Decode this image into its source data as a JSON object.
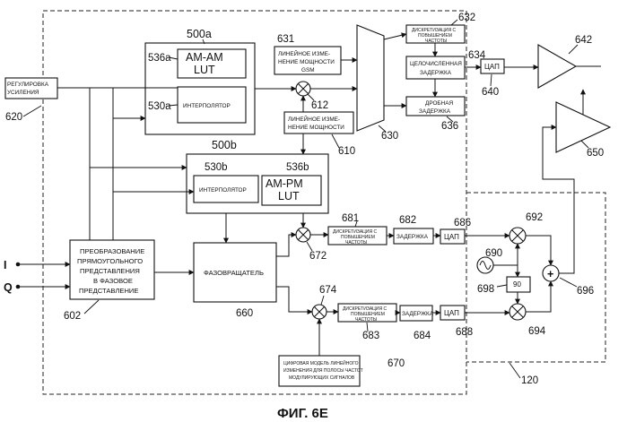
{
  "figure": {
    "caption": "ФИГ. 6E"
  },
  "blocks": {
    "gain": {
      "line1": "РЕГУЛИРОВКА",
      "line2": "УСИЛЕНИЯ",
      "ref": "620"
    },
    "amam_group": {
      "ref": "500a"
    },
    "amam_lut": {
      "line1": "AM-AM",
      "line2": "LUT",
      "ref": "536a"
    },
    "interp_a": {
      "label": "ИНТЕРПОЛЯТОР",
      "ref": "530a"
    },
    "lin_gsm": {
      "line1": "ЛИНЕЙНОЕ ИЗМЕ-",
      "line2": "НЕНИЕ МОЩНОСТИ",
      "line3": "GSM",
      "ref": "631"
    },
    "lin_power": {
      "line1": "ЛИНЕЙНОЕ ИЗМЕ-",
      "line2": "НЕНИЕ МОЩНОСТИ",
      "ref": "610"
    },
    "mult_612": {
      "ref": "612"
    },
    "mux": {
      "ref": "630"
    },
    "upsample_top": {
      "line1": "ДИСКРЕТИЗАЦИЯ С",
      "line2": "ПОВЫШЕНИЕМ",
      "line3": "ЧАСТОТЫ",
      "ref": "632"
    },
    "int_delay": {
      "line1": "ЦЕЛОЧИСЛЕННАЯ",
      "line2": "ЗАДЕРЖКА",
      "ref": "634"
    },
    "frac_delay": {
      "line1": "ДРОБНАЯ",
      "line2": "ЗАДЕРЖКА",
      "ref": "636"
    },
    "dac_top": {
      "label": "ЦАП",
      "ref": "640"
    },
    "amp_top": {
      "ref": "642"
    },
    "amp_bottom": {
      "ref": "650"
    },
    "ampm_group": {
      "ref": "500b"
    },
    "interp_b": {
      "label": "ИНТЕРПОЛЯТОР",
      "ref": "530b"
    },
    "ampm_lut": {
      "line1": "AM-PM",
      "line2": "LUT",
      "ref": "536b"
    },
    "rect_polar": {
      "line1": "ПРЕОБРАЗОВАНИЕ",
      "line2": "ПРЯМОУГОЛЬНОГО",
      "line3": "ПРЕДСТАВЛЕНИЯ",
      "line4": "В ФАЗОВОЕ",
      "line5": "ПРЕДСТАВЛЕНИЕ",
      "ref": "602"
    },
    "phase_rot": {
      "label": "ФАЗОВРАЩАТЕЛЬ",
      "ref": "660"
    },
    "mult_672": {
      "ref": "672"
    },
    "mult_674": {
      "ref": "674"
    },
    "upsample_i": {
      "line1": "ДИСКРЕТИЗАЦИЯ С",
      "line2": "ПОВЫШЕНИЕМ",
      "line3": "ЧАСТОТЫ",
      "ref": "681"
    },
    "delay_i": {
      "label": "ЗАДЕРЖКА",
      "ref": "682"
    },
    "dac_i": {
      "label": "ЦАП",
      "ref": "686"
    },
    "upsample_q": {
      "line1": "ДИСКРЕТИЗАЦИЯ С",
      "line2": "ПОВЫШЕНИЕМ",
      "line3": "ЧАСТОТЫ",
      "ref": "683"
    },
    "delay_q": {
      "label": "ЗАДЕРЖКА",
      "ref": "684"
    },
    "dac_q": {
      "label": "ЦАП",
      "ref": "688"
    },
    "digital_model": {
      "line1": "ЦИФРОВАЯ МОДЕЛЬ  ЛИНЕЙНОГО",
      "line2": "ИЗМЕНЕНИЯ ДЛЯ  ПОЛОСЫ ЧАСТОТ",
      "line3": "МОДУЛИРУЮЩИХ  СИГНАЛОВ",
      "ref": "670"
    },
    "mixer_i": {
      "ref": "692"
    },
    "mixer_q": {
      "ref": "694"
    },
    "osc": {
      "ref": "690"
    },
    "shift90": {
      "label": "90",
      "ref": "698"
    },
    "adder": {
      "symbol": "+",
      "ref": "696"
    },
    "rf_group": {
      "ref": "120"
    },
    "input_i": {
      "label": "I"
    },
    "input_q": {
      "label": "Q"
    }
  }
}
